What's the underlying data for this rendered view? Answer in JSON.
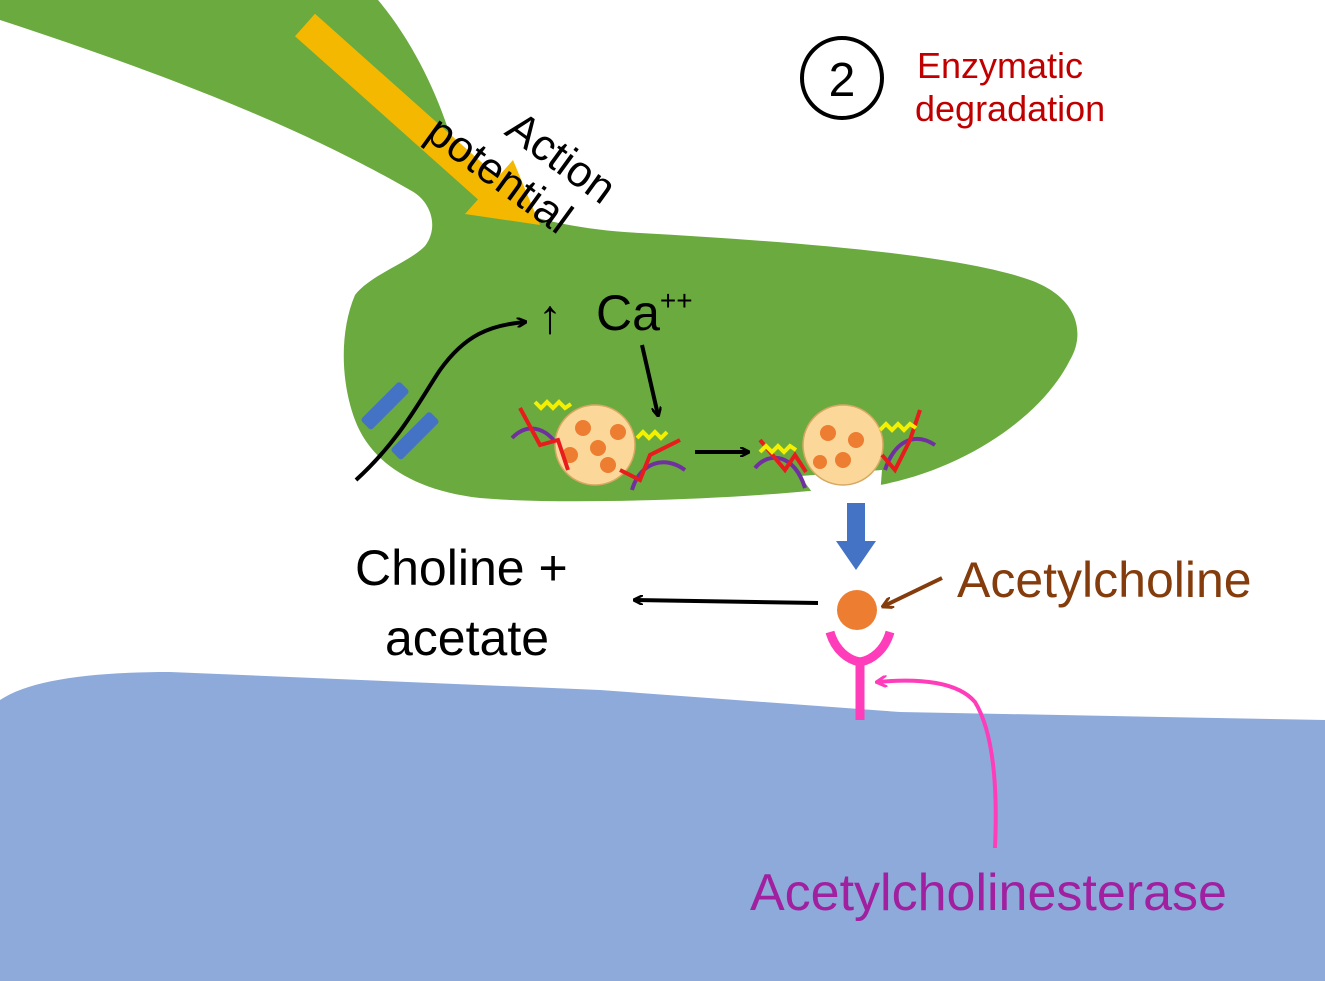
{
  "labels": {
    "action_line1": "Action",
    "action_line2": "potential",
    "step_number": "2",
    "step_line1": "Enzymatic",
    "step_line2": "degradation",
    "ca_arrow": "↑",
    "ca_base": "Ca",
    "ca_sup": "++",
    "choline_line1": "Choline +",
    "choline_line2": "acetate",
    "acetylcholine": "Acetylcholine",
    "acetylcholinesterase": "Acetylcholinesterase"
  },
  "colors": {
    "presynaptic": "#6aaa3f",
    "postsynaptic": "#8eaadb",
    "action_arrow": "#f5b800",
    "step_text": "#c00000",
    "acetylcholine_text": "#843c0c",
    "acetylcholine_pointer": "#843c0c",
    "esterase_text": "#a020a0",
    "enzyme": "#ff3dba",
    "esterase_pointer": "#ff3dba",
    "release_arrow": "#4472c4",
    "channel": "#4472c4",
    "vesicle": "#fbd89a",
    "neurotransmitter": "#ed7d31",
    "snare_red": "#e81c1c",
    "snare_yellow": "#f5f000",
    "snare_purple": "#7030a0"
  }
}
